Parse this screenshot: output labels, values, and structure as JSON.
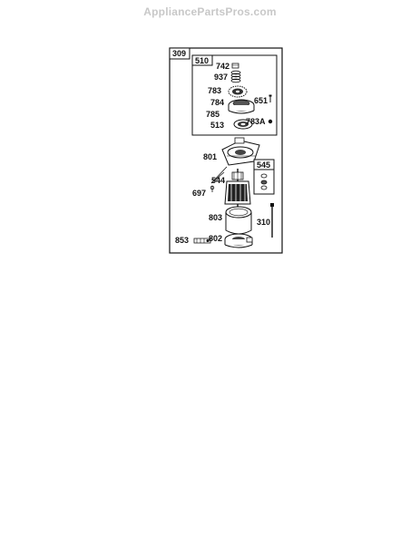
{
  "watermark": "AppliancePartsPros.com",
  "diagram": {
    "group_main": "309",
    "group_top": "510",
    "group_side": "545",
    "parts": {
      "p742": "742",
      "p937": "937",
      "p783": "783",
      "p651": "651",
      "p784": "784",
      "p785": "785",
      "p513": "513",
      "p783A": "783A",
      "p801": "801",
      "p544": "544",
      "p697": "697",
      "p803": "803",
      "p310": "310",
      "p853": "853",
      "p802": "802"
    }
  }
}
